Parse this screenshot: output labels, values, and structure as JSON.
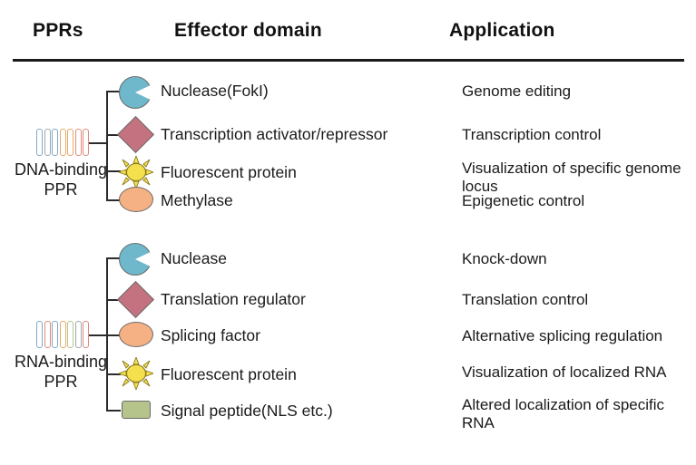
{
  "figure": {
    "type": "diagram",
    "title_row": {
      "columns": [
        "PPRs",
        "Effector domain",
        "Application"
      ]
    },
    "colors": {
      "nuclease": "#6fb8cc",
      "transcription_regulator": "#c4727f",
      "fluorescent_protein": "#f4e04d",
      "methylase": "#f5b183",
      "signal_peptide": "#b5c48a",
      "line": "#2b2b2b",
      "rule": "#1b1b1b",
      "ppr_bar_blue": "#7fa8c9",
      "ppr_bar_salmon": "#e08a7a",
      "ppr_bar_orange": "#e6a86a",
      "ppr_bar_grey": "#9aa7ad"
    },
    "groups": [
      {
        "id": "dna-binding-ppr",
        "ppr_label": "DNA-binding\nPPR",
        "ppr_icon_name": "ppr-repeat-icon",
        "ppr_bar_colors": [
          "#7fa8c9",
          "#9aa7ad",
          "#7fa8c9",
          "#e6a86a",
          "#e6a86a",
          "#e08a7a",
          "#e08a7a"
        ],
        "rows": [
          {
            "icon": "pacman-icon",
            "effector": "Nuclease(FokI)",
            "application": "Genome editing"
          },
          {
            "icon": "diamond-icon",
            "effector": "Transcription activator/repressor",
            "application": "Transcription control"
          },
          {
            "icon": "sun-icon",
            "effector": "Fluorescent protein",
            "application": "Visualization of specific genome\n locus"
          },
          {
            "icon": "ellipse-icon",
            "effector": "Methylase",
            "application": "Epigenetic control"
          }
        ]
      },
      {
        "id": "rna-binding-ppr",
        "ppr_label": "RNA-binding\nPPR",
        "ppr_icon_name": "ppr-repeat-icon",
        "ppr_bar_colors": [
          "#7fa8c9",
          "#e08a7a",
          "#7fa8c9",
          "#e6a86a",
          "#b5c48a",
          "#9aa7ad",
          "#e08a7a"
        ],
        "rows": [
          {
            "icon": "pacman-icon",
            "effector": "Nuclease",
            "application": "Knock-down"
          },
          {
            "icon": "diamond-icon",
            "effector": "Translation regulator",
            "application": "Translation control"
          },
          {
            "icon": "ellipse-icon",
            "effector": "Splicing factor",
            "application": "Alternative splicing regulation"
          },
          {
            "icon": "sun-icon",
            "effector": "Fluorescent protein",
            "application": "Visualization of localized RNA"
          },
          {
            "icon": "greenbox-icon",
            "effector": "Signal peptide(NLS etc.)",
            "application": "Altered localization of  specific\nRNA"
          }
        ]
      }
    ]
  }
}
